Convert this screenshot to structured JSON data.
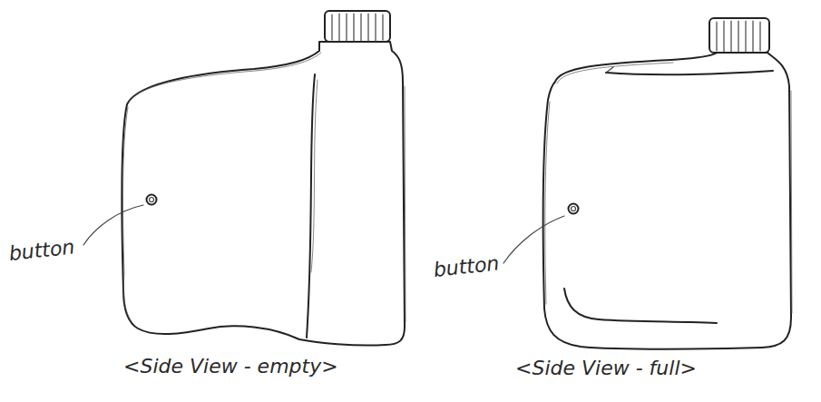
{
  "diagram": {
    "labels": [
      "button",
      "button",
      "<Side View - empty>",
      "<Side View - full>"
    ]
  }
}
